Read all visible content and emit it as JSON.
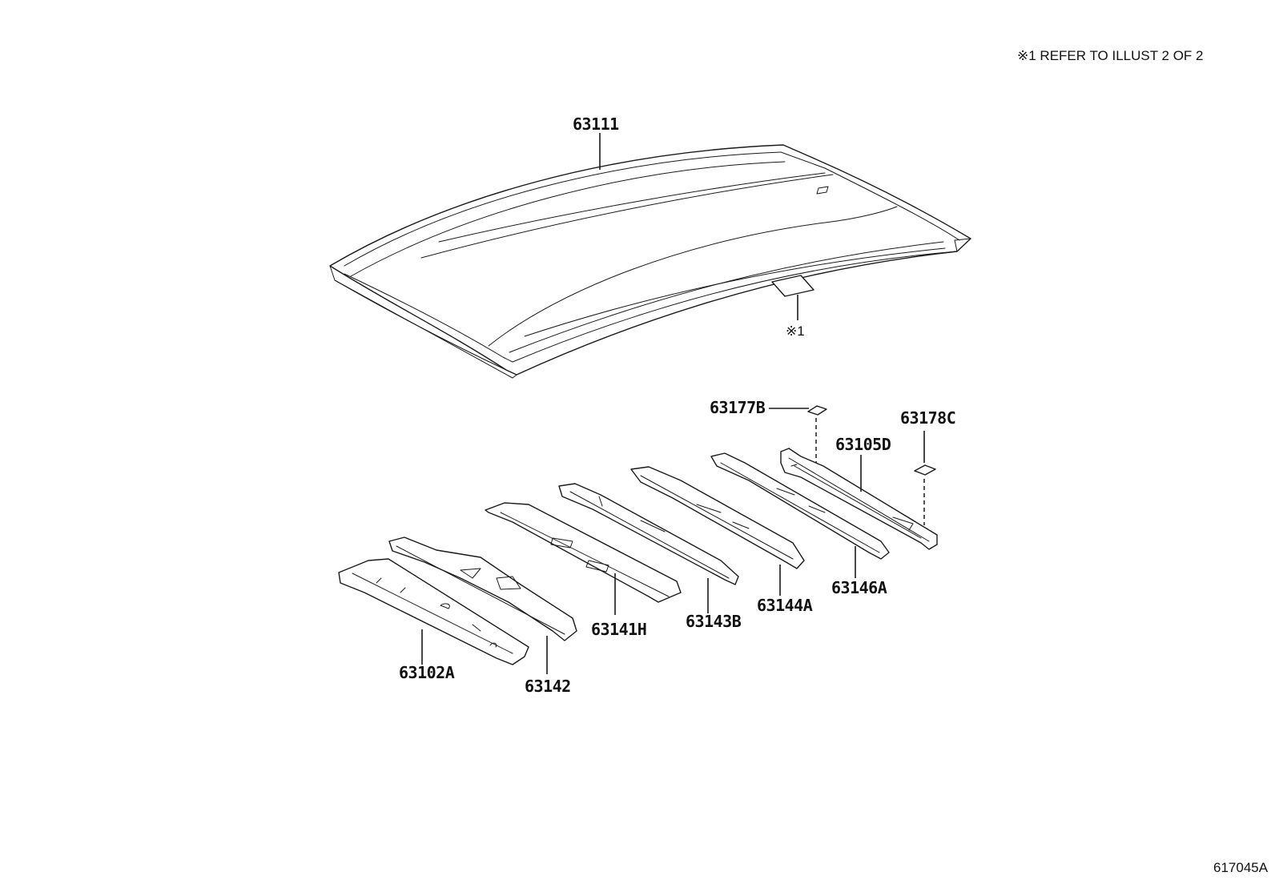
{
  "note": "※1 REFER TO ILLUST 2 OF 2",
  "illustration_code": "617045A",
  "ref_marker": "※1",
  "parts": {
    "roof_panel": "63111",
    "p63177B": "63177B",
    "p63178C": "63178C",
    "p63105D": "63105D",
    "p63146A": "63146A",
    "p63144A": "63144A",
    "p63143B": "63143B",
    "p63141H": "63141H",
    "p63142": "63142",
    "p63102A": "63102A"
  }
}
